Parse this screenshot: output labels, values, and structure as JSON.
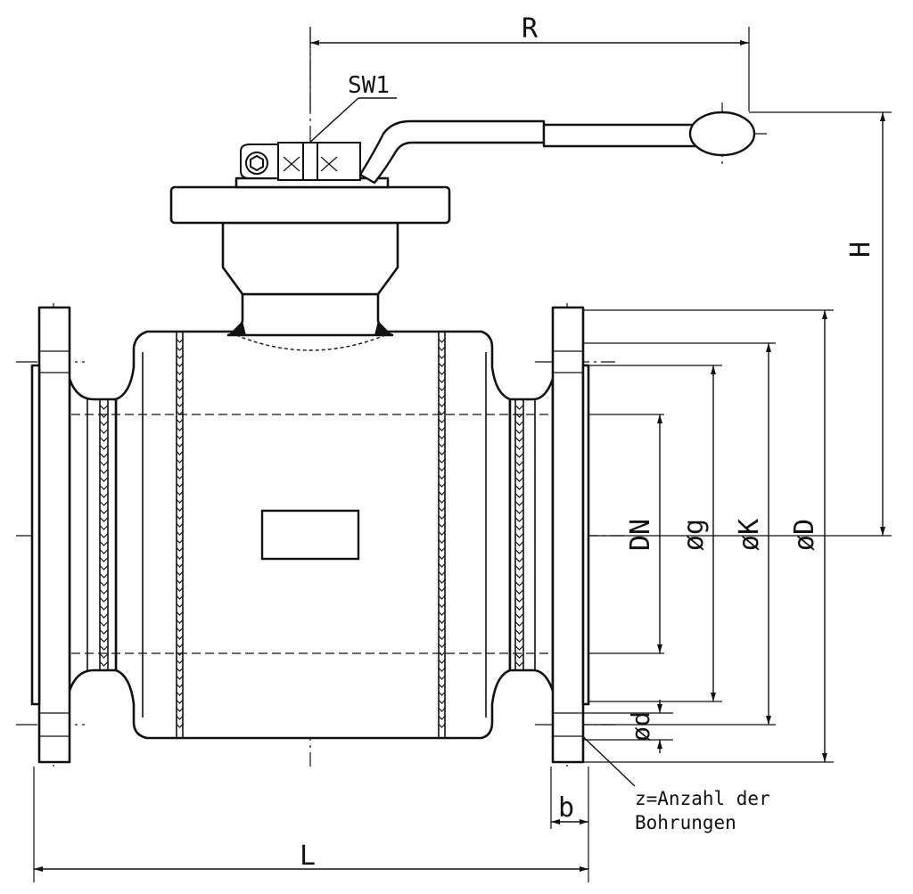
{
  "labels": {
    "R": "R",
    "SW1": "SW1",
    "H": "H",
    "DN": "DN",
    "g": "øg",
    "K": "øK",
    "D": "øD",
    "d": "ød",
    "b": "b",
    "L": "L",
    "note_line1": "z=Anzahl der",
    "note_line2": "Bohrungen"
  },
  "colors": {
    "line": "#111111",
    "background": "#ffffff"
  }
}
